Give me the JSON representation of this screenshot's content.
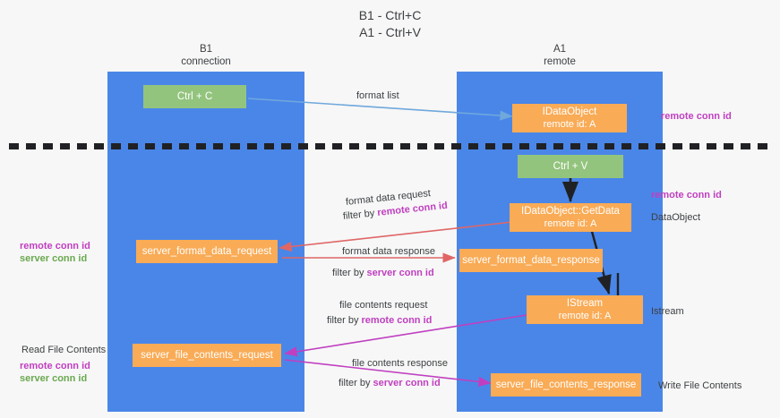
{
  "title": {
    "line1": "B1 - Ctrl+C",
    "line2": "A1 - Ctrl+V"
  },
  "lanes": [
    {
      "name": "B1",
      "sub": "connection"
    },
    {
      "name": "A1",
      "sub": "remote"
    }
  ],
  "boxes": {
    "ctrl_c": {
      "label": "Ctrl + C"
    },
    "ctrl_v": {
      "label": "Ctrl + V"
    },
    "data_object": {
      "line1": "IDataObject",
      "line2": "remote id: A"
    },
    "get_data": {
      "line1": "IDataObject::GetData",
      "line2": "remote id: A"
    },
    "istream": {
      "line1": "IStream",
      "line2": "remote id: A"
    },
    "server_format_data_request": {
      "label": "server_format_data_request"
    },
    "server_format_data_response": {
      "label": "server_format_data_response"
    },
    "server_file_contents_request": {
      "label": "server_file_contents_request"
    },
    "server_file_contents_response": {
      "label": "server_file_contents_response"
    }
  },
  "arrow_labels": {
    "format_list": "format list",
    "format_data_request": "format data request",
    "format_data_request_filter_prefix": "filter by ",
    "format_data_request_filter_token": "remote conn id",
    "format_data_response": "format data response",
    "format_data_response_filter_prefix": "filter by ",
    "format_data_response_filter_token": "server conn id",
    "file_contents_request": "file contents request",
    "file_contents_request_filter_prefix": "filter by ",
    "file_contents_request_filter_token": "remote conn id",
    "file_contents_response": "file contents response",
    "file_contents_response_filter_prefix": "filter by ",
    "file_contents_response_filter_token": "server conn id"
  },
  "side_labels": {
    "right_remote_conn_id_top": "remote conn id",
    "right_remote_conn_id_mid": "remote conn id",
    "right_data_object": "DataObject",
    "right_istream": "Istream",
    "right_write_file_contents": "Write File Contents",
    "left_remote_conn_id_mid": "remote conn id",
    "left_server_conn_id_mid": "server conn id",
    "left_read_file_contents": "Read File Contents",
    "left_remote_conn_id_bottom": "remote conn id",
    "left_server_conn_id_bottom": "server conn id"
  },
  "colors": {
    "lane": "#4a86e8",
    "green_box": "#93c47d",
    "orange_box": "#f9ab56",
    "remote_conn_id": "#c03fc0",
    "server_conn_id": "#6aa84f",
    "arrow_blue": "#6fa8dc",
    "arrow_red": "#e06666",
    "arrow_magenta": "#c03fc0",
    "arrow_dark": "#202124",
    "background": "#f7f7f7"
  }
}
